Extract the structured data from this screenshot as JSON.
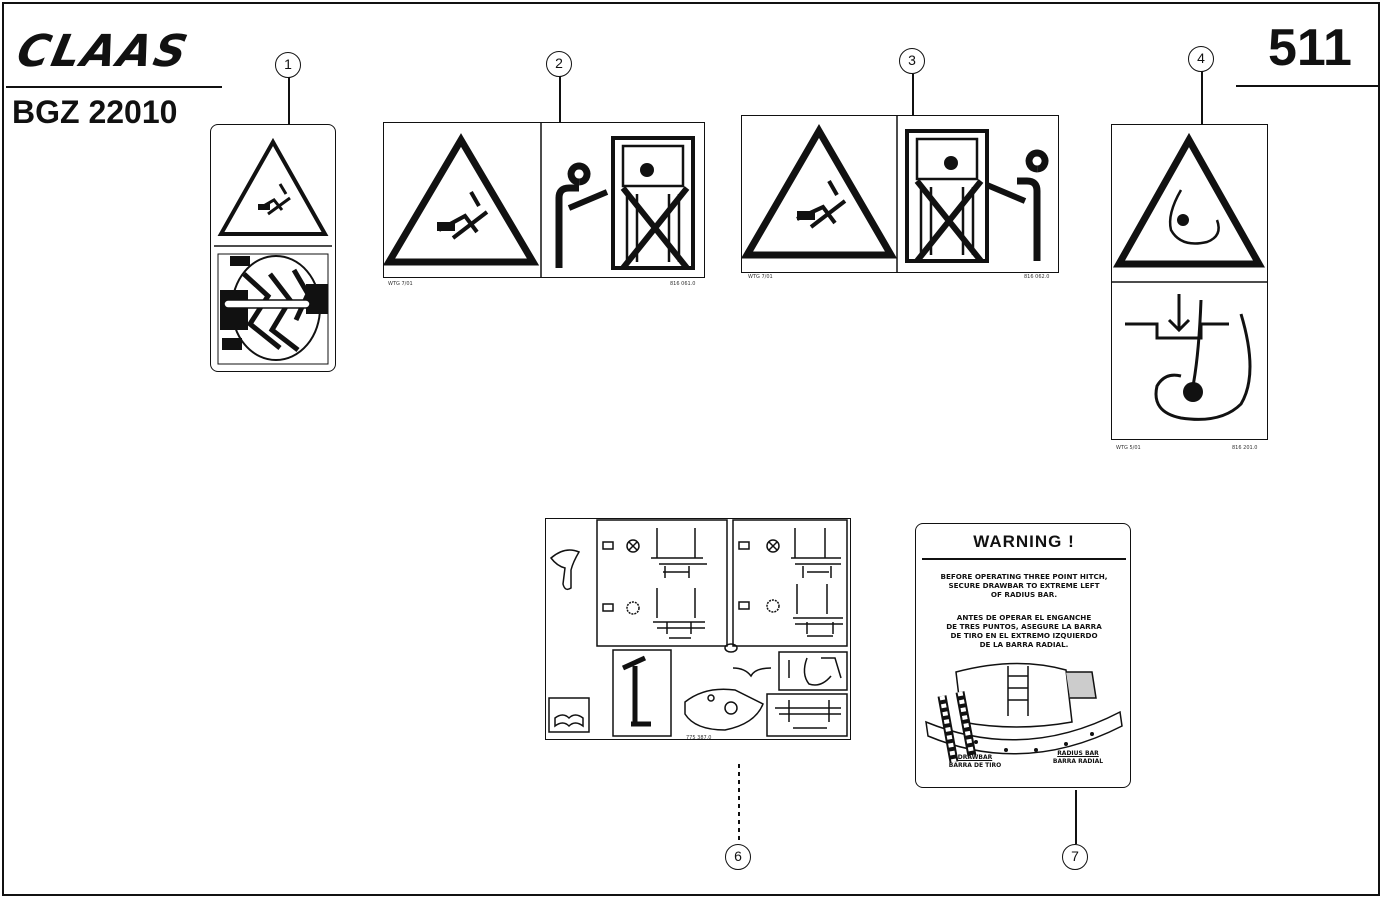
{
  "header": {
    "brand": "CLAAS",
    "drawing_code": "BGZ 22010",
    "page_number": "511"
  },
  "callouts": [
    "1",
    "2",
    "3",
    "4",
    "6",
    "7"
  ],
  "decals": {
    "d2": {
      "left_code": "WTG 7/01",
      "right_code": "816 061.0"
    },
    "d3": {
      "left_code": "WTG 7/01",
      "right_code": "816 062.0"
    },
    "d4": {
      "left_code": "WTG 5/01",
      "right_code": "816 201.0"
    },
    "d6": {
      "code": "775 387.0"
    }
  },
  "warning_decal": {
    "title": "WARNING !",
    "english": [
      "BEFORE OPERATING THREE POINT HITCH,",
      "SECURE DRAWBAR TO EXTREME LEFT",
      "OF RADIUS BAR."
    ],
    "spanish": [
      "ANTES DE OPERAR EL ENGANCHE",
      "DE TRES PUNTOS, ASEGURE LA BARRA",
      "DE TIRO EN EL EXTREMO IZQUIERDO",
      "DE LA BARRA RADIAL."
    ],
    "label_drawbar": [
      "DRAWBAR",
      "BARRA DE TIRO"
    ],
    "label_radius": [
      "RADIUS BAR",
      "BARRA RADIAL"
    ]
  }
}
